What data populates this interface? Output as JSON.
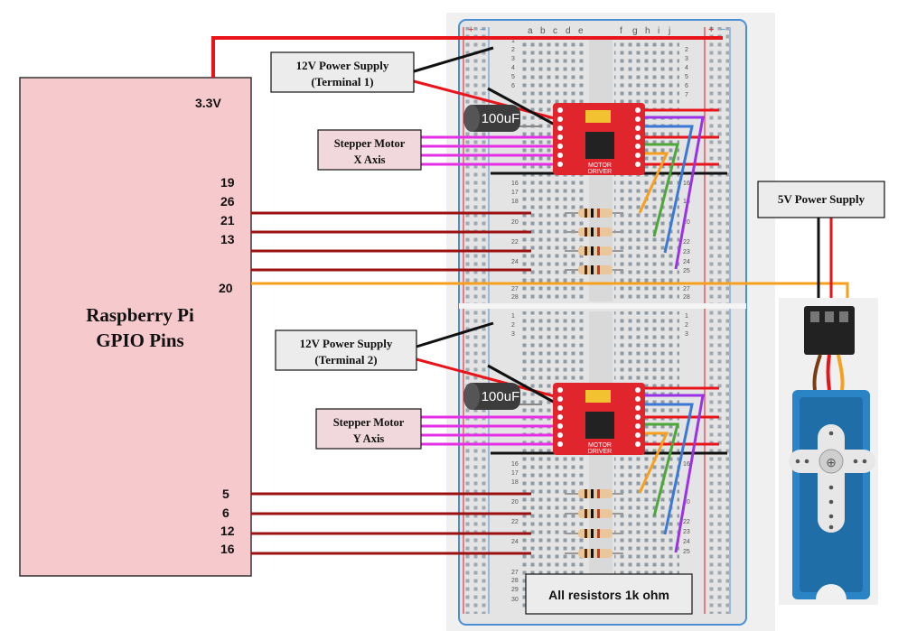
{
  "rpi": {
    "title_line1": "Raspberry Pi",
    "title_line2": "GPIO Pins",
    "pin_power": "3.3V",
    "pins_x": [
      "19",
      "26",
      "21",
      "13"
    ],
    "pin_servo": "20",
    "pins_y": [
      "5",
      "6",
      "12",
      "16"
    ]
  },
  "labels": {
    "psu1_line1": "12V Power Supply",
    "psu1_line2": "(Terminal 1)",
    "psu2_line1": "12V Power Supply",
    "psu2_line2": "(Terminal 2)",
    "stepper_x_line1": "Stepper Motor",
    "stepper_x_line2": "X Axis",
    "stepper_y_line1": "Stepper Motor",
    "stepper_y_line2": "Y Axis",
    "psu5v": "5V Power Supply",
    "resistors_note": "All resistors 1k ohm"
  },
  "capacitor": {
    "label": "100uF"
  },
  "driver": {
    "label_line1": "MOTOR",
    "label_line2": "DRIVER"
  },
  "breadboard": {
    "columns_left": [
      "a",
      "b",
      "c",
      "d",
      "e"
    ],
    "columns_right": [
      "f",
      "g",
      "h",
      "i",
      "j"
    ],
    "plus": "+",
    "minus": "−"
  },
  "colors": {
    "rpi_fill": "#f6c9cc",
    "wire_red": "#e8141a",
    "wire_dark_red": "#9b1010",
    "wire_orange": "#f7a01e",
    "wire_magenta": "#e62ee6",
    "wire_purple": "#9a32e6",
    "wire_green": "#4fa63a",
    "wire_blue": "#3c79d6",
    "driver_red": "#e0252d",
    "servo_blue": "#2a84c6"
  }
}
